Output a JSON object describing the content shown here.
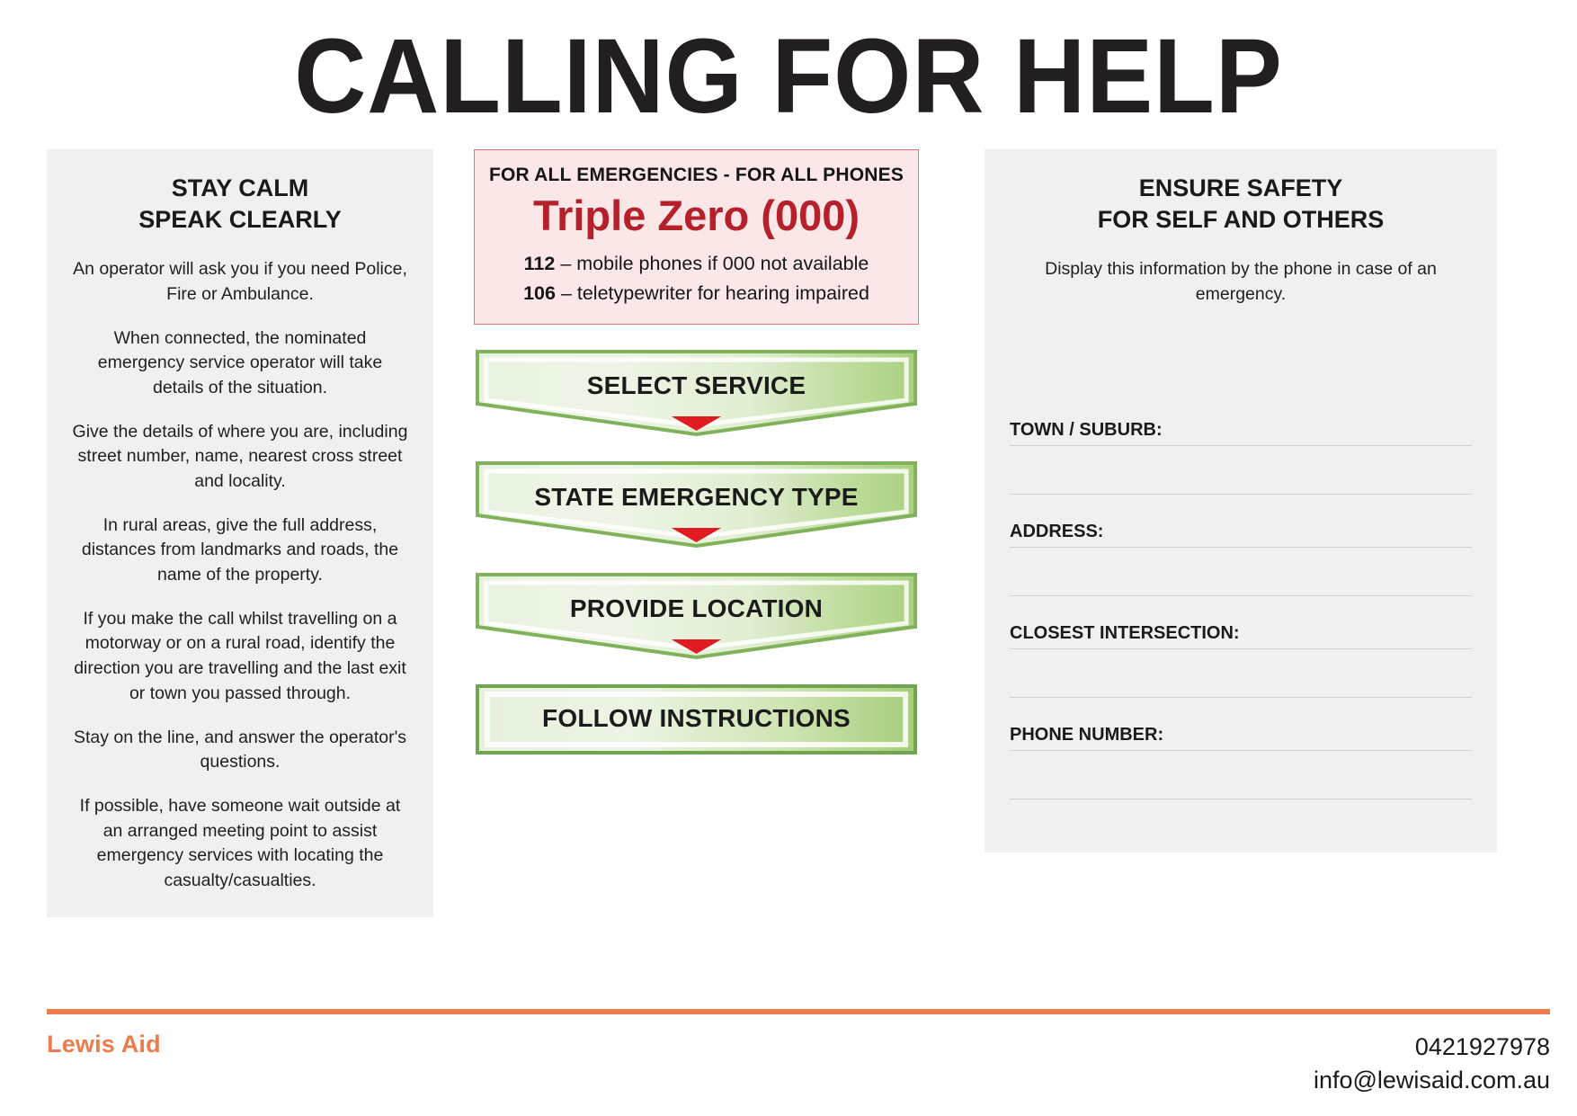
{
  "title": "CALLING FOR HELP",
  "colors": {
    "accent_orange": "#ea7d4b",
    "emergency_red": "#b5202a",
    "emergency_box_bg": "#fbe6e8",
    "emergency_box_border": "#e0737d",
    "panel_grey": "#f0f0f0",
    "step_green": "#8dbf62",
    "step_marker_red": "#e01b22"
  },
  "left_panel": {
    "heading_line1": "STAY CALM",
    "heading_line2": "SPEAK CLEARLY",
    "paragraphs": [
      "An operator will ask you if you need Police, Fire or Ambulance.",
      "When connected, the nominated emergency service operator will take details of the situation.",
      "Give the details of where you are, including street number, name, nearest cross street and locality.",
      "In rural areas, give the full address, distances from landmarks and roads, the name of the property.",
      "If you make the call whilst travelling on a motorway or on a rural road, identify the direction you are travelling and the last exit or town you passed through.",
      "Stay on the line, and answer the operator's questions.",
      "If possible, have someone wait outside at an arranged meeting point to assist emergency services with locating the casualty/casualties."
    ]
  },
  "center_panel": {
    "emergency": {
      "kicker": "FOR ALL EMERGENCIES  -  FOR ALL PHONES",
      "number": "Triple Zero (000)",
      "alt_1_code": "112",
      "alt_1_text": "– mobile phones if 000 not available",
      "alt_2_code": "106",
      "alt_2_text": "– teletypewriter for hearing impaired"
    },
    "steps": [
      {
        "label": "SELECT SERVICE",
        "has_marker": true
      },
      {
        "label": "STATE EMERGENCY TYPE",
        "has_marker": true
      },
      {
        "label": "PROVIDE LOCATION",
        "has_marker": true
      },
      {
        "label": "FOLLOW INSTRUCTIONS",
        "has_marker": false
      }
    ]
  },
  "right_panel": {
    "heading_line1": "ENSURE SAFETY",
    "heading_line2": "FOR SELF AND OTHERS",
    "paragraphs": [
      "Display this information by the phone in case of an emergency."
    ],
    "fields": [
      {
        "label": "TOWN / SUBURB:",
        "value": ""
      },
      {
        "label": "ADDRESS:",
        "value": ""
      },
      {
        "label": "CLOSEST INTERSECTION:",
        "value": ""
      },
      {
        "label": "PHONE NUMBER:",
        "value": ""
      }
    ]
  },
  "footer": {
    "brand": "Lewis Aid",
    "phone": "0421927978",
    "email": "info@lewisaid.com.au"
  }
}
